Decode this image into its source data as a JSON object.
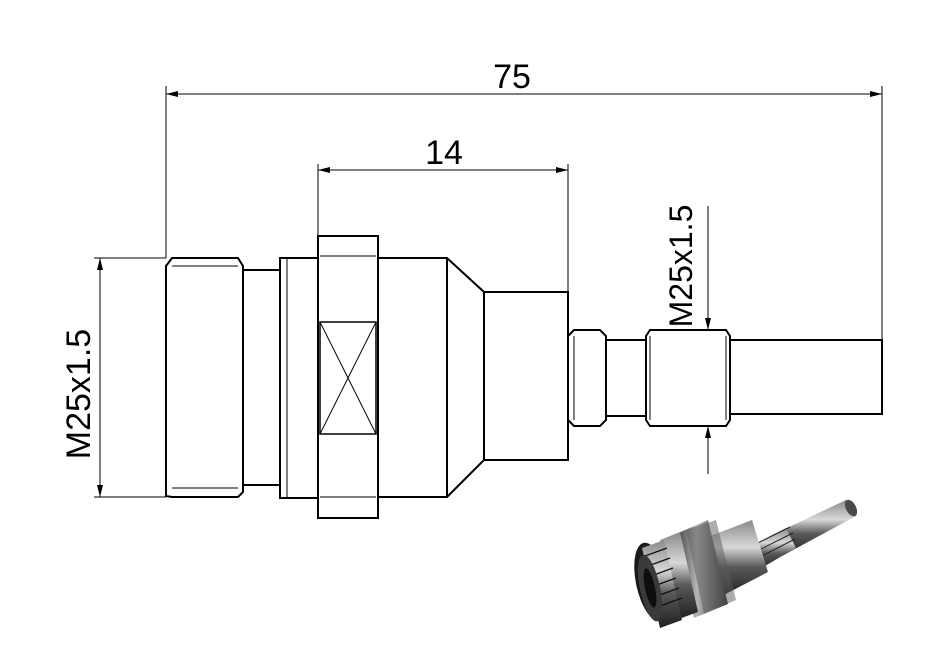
{
  "dimensions": {
    "overall_length": "75",
    "hex_to_shoulder_length": "14",
    "left_thread": "M25x1.5",
    "right_thread": "M25x1.5"
  },
  "photo": {
    "icon": "connector-3d-photo"
  }
}
